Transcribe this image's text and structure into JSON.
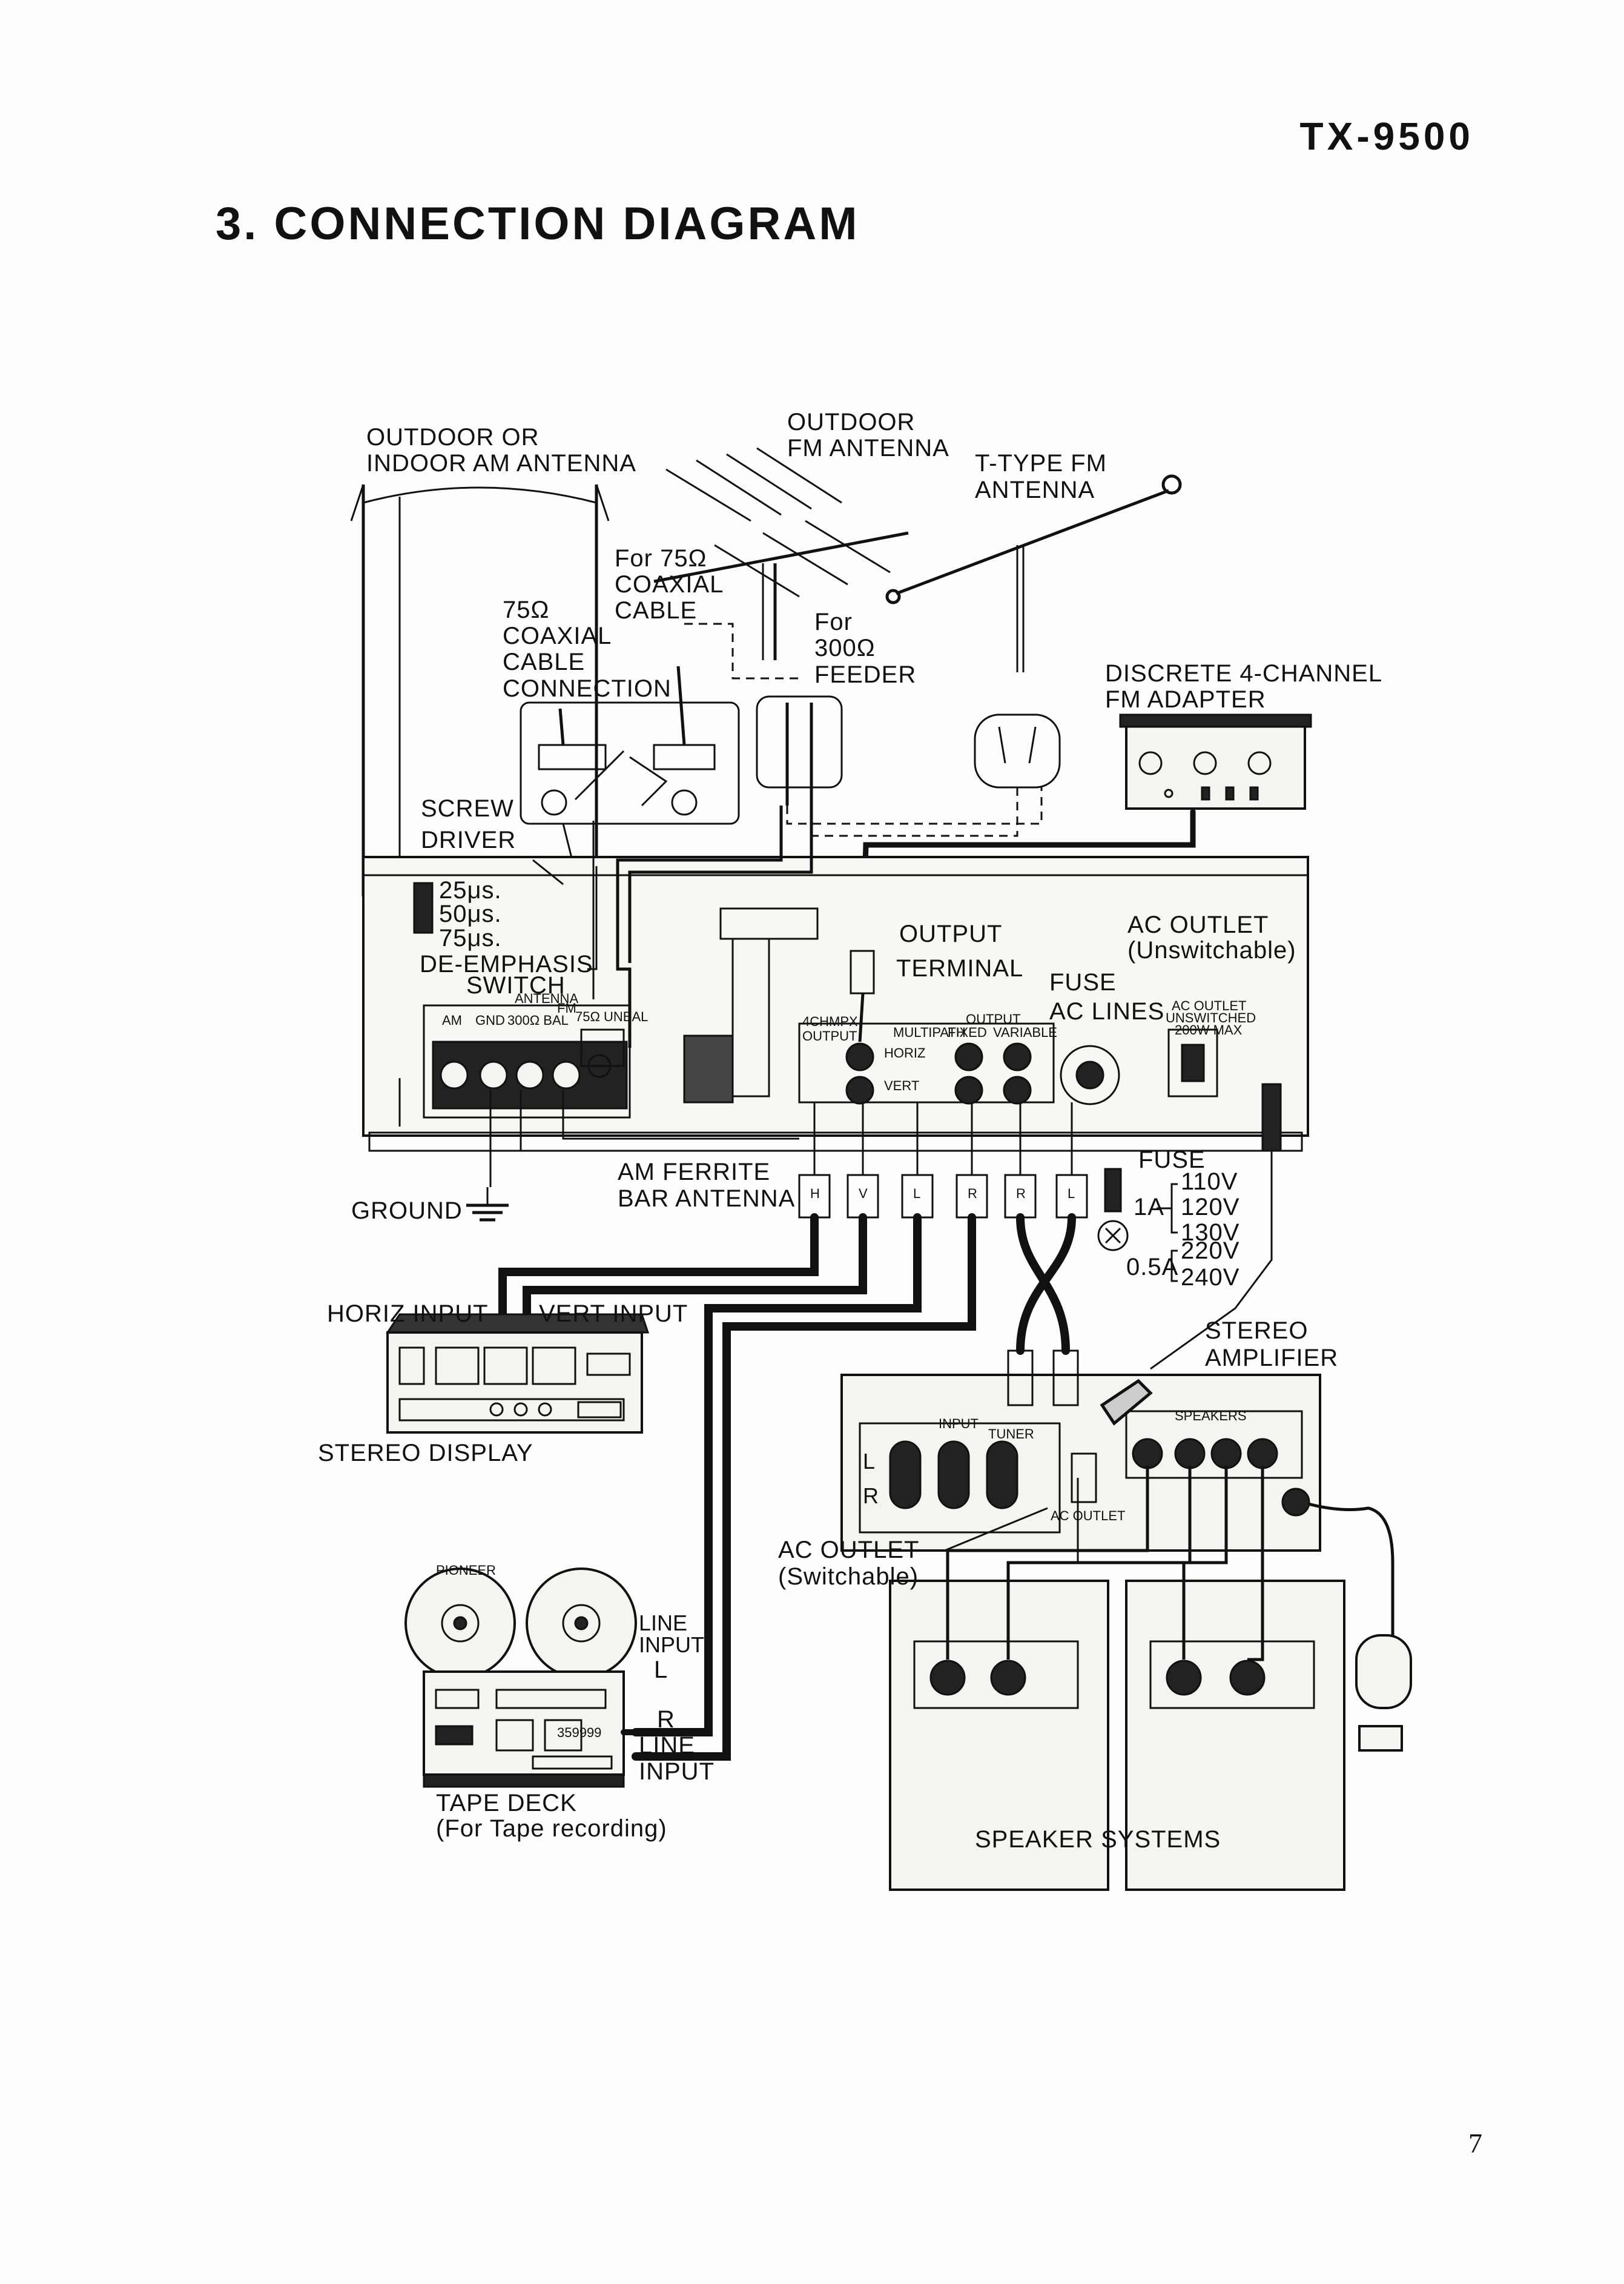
{
  "page": {
    "model": "TX-9500",
    "title": "3. CONNECTION DIAGRAM",
    "page_number": "7"
  },
  "labels": {
    "am_antenna_1": "OUTDOOR OR",
    "am_antenna_2": "INDOOR AM ANTENNA",
    "fm_antenna_1": "OUTDOOR",
    "fm_antenna_2": "FM ANTENNA",
    "ttype_1": "T-TYPE FM",
    "ttype_2": "ANTENNA",
    "for75_1": "For 75Ω",
    "for75_2": "COAXIAL",
    "for75_3": "CABLE",
    "coax_1": "75Ω",
    "coax_2": "COAXIAL",
    "coax_3": "CABLE",
    "coax_4": "CONNECTION",
    "for300_1": "For",
    "for300_2": "300Ω",
    "for300_3": "FEEDER",
    "adapter_1": "DISCRETE 4-CHANNEL",
    "adapter_2": "FM ADAPTER",
    "screw_1": "SCREW",
    "screw_2": "DRIVER",
    "deemph_1": "25μs.",
    "deemph_2": "50μs.",
    "deemph_3": "75μs.",
    "deemph_4": "DE-EMPHASIS",
    "deemph_5": "SWITCH",
    "output_1": "OUTPUT",
    "output_2": "TERMINAL",
    "acout_1": "AC OUTLET",
    "acout_2": "(Unswitchable)",
    "fuse_top": "FUSE",
    "aclines": "AC LINES",
    "panel_antenna": "ANTENNA",
    "panel_fm": "FM",
    "panel_am": "AM",
    "panel_gnd": "GND",
    "panel_300": "300Ω BAL",
    "panel_75": "75Ω UNBAL",
    "panel_4ch": "4CHMPX",
    "panel_4ch_out": "OUTPUT",
    "panel_multipath": "MULTIPATH",
    "panel_horiz": "HORIZ",
    "panel_vert": "VERT",
    "panel_output": "OUTPUT",
    "panel_fixed": "FIXED",
    "panel_variable": "VARIABLE",
    "panel_acout_1": "AC OUTLET",
    "panel_acout_2": "UNSWITCHED",
    "panel_acout_3": "200W MAX",
    "ferrite_1": "AM FERRITE",
    "ferrite_2": "BAR ANTENNA",
    "ground": "GROUND",
    "plug_h": "H",
    "plug_v": "V",
    "plug_l1": "L",
    "plug_r1": "R",
    "plug_r2": "R",
    "plug_l2": "L",
    "fuse_lbl": "FUSE",
    "fuse_1a": "1A",
    "fuse_110": "110V",
    "fuse_120": "120V",
    "fuse_130": "130V",
    "fuse_05a": "0.5A",
    "fuse_220": "220V",
    "fuse_240": "240V",
    "horiz_input": "HORIZ INPUT",
    "vert_input": "VERT INPUT",
    "stereo_display": "STEREO DISPLAY",
    "stereo_amp_1": "STEREO",
    "stereo_amp_2": "AMPLIFIER",
    "amp_input": "INPUT",
    "amp_tuner": "TUNER",
    "amp_speakers": "SPEAKERS",
    "amp_l": "L",
    "amp_r": "R",
    "amp_acout": "AC OUTLET",
    "acout_sw_1": "AC OUTLET",
    "acout_sw_2": "(Switchable)",
    "line_in_l_1": "LINE",
    "line_in_l_2": "INPUT",
    "line_in_l_3": "L",
    "line_in_r_1": "R",
    "line_in_r_2": "LINE",
    "line_in_r_3": "INPUT",
    "tape_1": "TAPE DECK",
    "tape_2": "(For Tape recording)",
    "speakers": "SPEAKER SYSTEMS",
    "tape_brand": "PIONEER",
    "tape_counter": "359999"
  }
}
